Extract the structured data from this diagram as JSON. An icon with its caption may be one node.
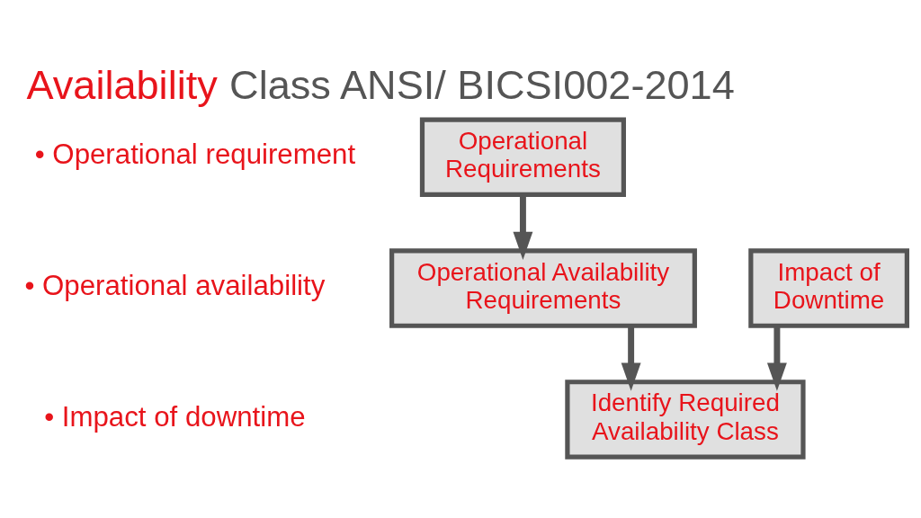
{
  "diagram": {
    "title": "Availability Class ANSI/ BICSI002-2014",
    "nodes": [
      {
        "text": [
          "Operational Requirements"
        ]
      },
      {
        "text": [
          "Operational Availability Requirements"
        ]
      },
      {
        "text": [
          "Impact of Downtime"
        ]
      },
      {
        "text": [
          "Identify Required Availability Class"
        ]
      }
    ],
    "edges": [
      {
        "from": 0,
        "to": 1,
        "arrow": "to"
      },
      {
        "from": 1,
        "to": 3,
        "arrow": "to"
      },
      {
        "from": 2,
        "to": 3,
        "arrow": "to"
      }
    ],
    "labels": [
      "• Operational requirement",
      "• Operational availability",
      "• Impact of downtime"
    ]
  }
}
